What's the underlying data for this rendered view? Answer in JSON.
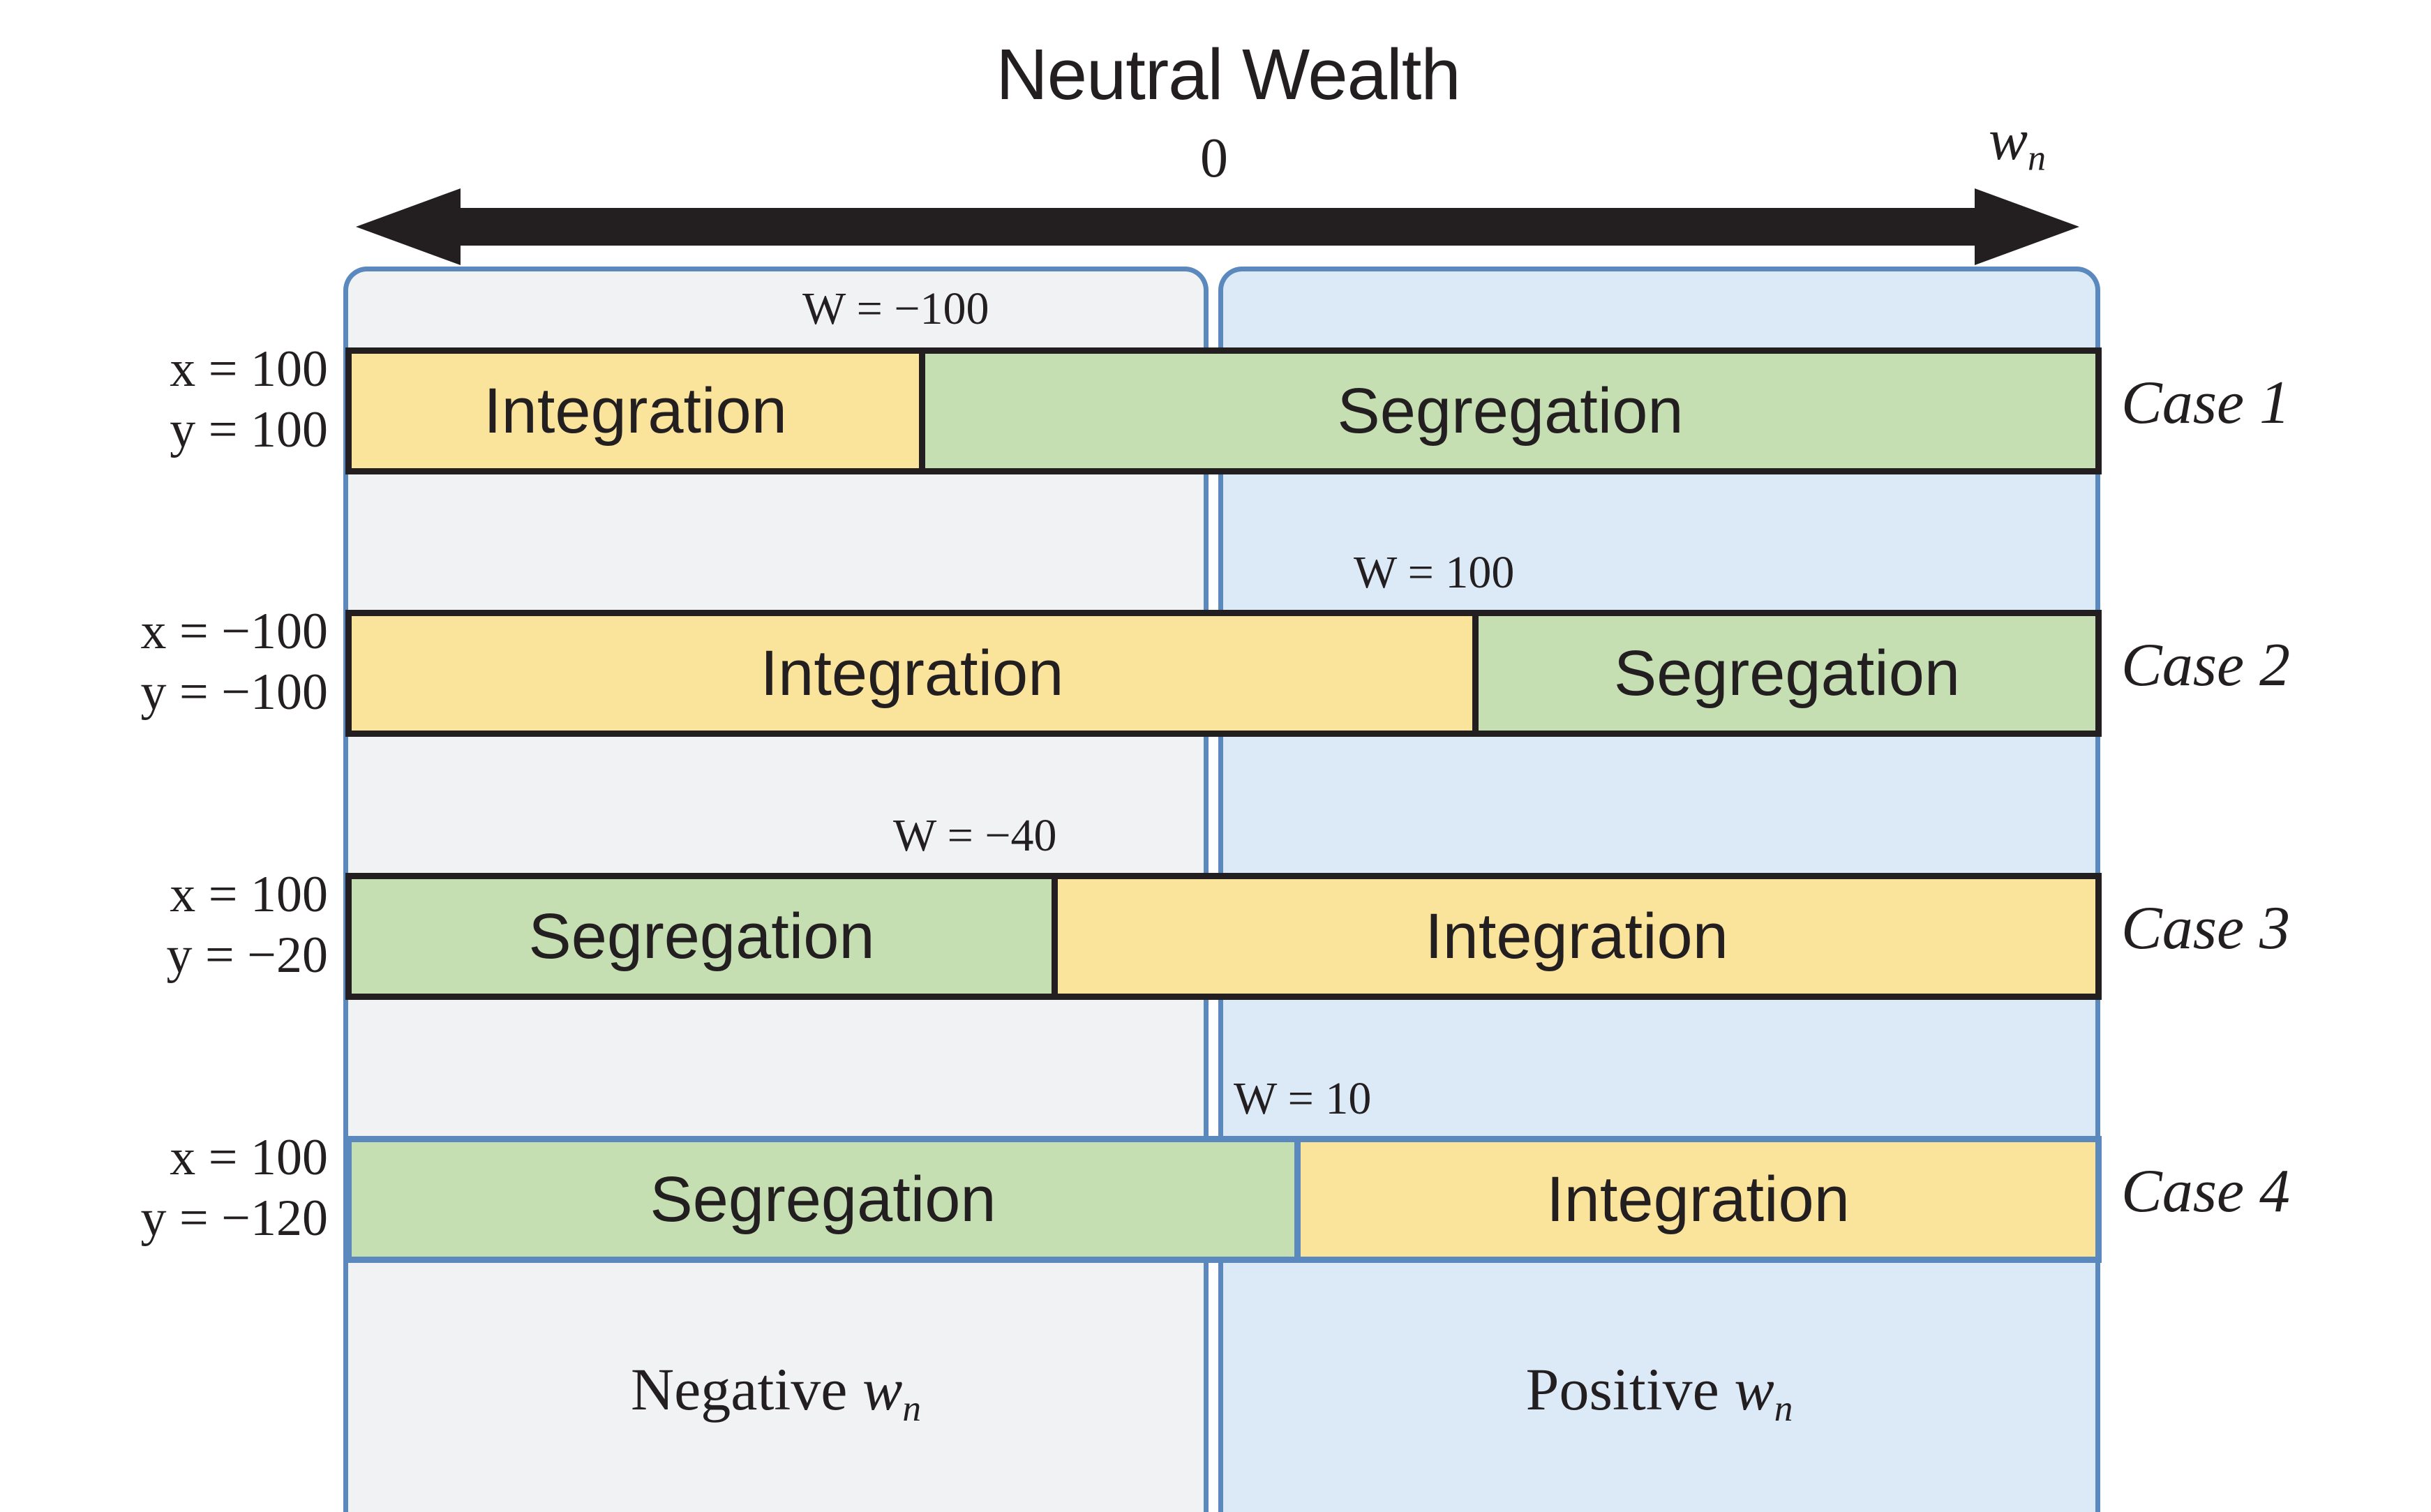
{
  "header": {
    "title": "Neutral Wealth",
    "zero_tick": "0",
    "axis_label": "w",
    "axis_label_sub": "n",
    "arrow_icon": "double-headed-arrow-icon"
  },
  "panels": {
    "negative": {
      "label_prefix": "Negative ",
      "label_var": "w",
      "label_sub": "n",
      "background": "#f0f2f3",
      "border": "#5b88bd"
    },
    "positive": {
      "label_prefix": "Positive ",
      "label_var": "w",
      "label_sub": "n",
      "background": "#dce9f6",
      "border": "#5b88bd"
    }
  },
  "colors": {
    "integration": "#fae39a",
    "segregation": "#c6dfb2",
    "panel_negative": "#f0f2f3",
    "panel_positive": "#dce9f6",
    "panel_border": "#5b88bd",
    "bar_border": "#231f20",
    "text": "#231f20"
  },
  "cases": [
    {
      "name": "Case 1",
      "x_label": "x = 100",
      "y_label": "y = 100",
      "w_label": "W = −100",
      "w_value": -100,
      "bar_border": "#231f20",
      "segments": [
        {
          "label": "Integration",
          "kind": "integration"
        },
        {
          "label": "Segregation",
          "kind": "segregation"
        }
      ]
    },
    {
      "name": "Case 2",
      "x_label": "x = −100",
      "y_label": "y = −100",
      "w_label": "W = 100",
      "w_value": 100,
      "bar_border": "#231f20",
      "segments": [
        {
          "label": "Integration",
          "kind": "integration"
        },
        {
          "label": "Segregation",
          "kind": "segregation"
        }
      ]
    },
    {
      "name": "Case 3",
      "x_label": "x = 100",
      "y_label": "y = −20",
      "w_label": "W = −40",
      "w_value": -40,
      "bar_border": "#231f20",
      "segments": [
        {
          "label": "Segregation",
          "kind": "segregation"
        },
        {
          "label": "Integration",
          "kind": "integration"
        }
      ]
    },
    {
      "name": "Case 4",
      "x_label": "x = 100",
      "y_label": "y = −120",
      "w_label": "W = 10",
      "w_value": 10,
      "bar_border": "#5b88bd",
      "segments": [
        {
          "label": "Segregation",
          "kind": "segregation"
        },
        {
          "label": "Integration",
          "kind": "integration"
        }
      ]
    }
  ],
  "chart_data": {
    "type": "bar",
    "title": "Neutral Wealth",
    "xlabel": "w_n",
    "ylabel": "",
    "axis_zero_tick": 0,
    "axis_direction": "double-headed (negative left, positive right)",
    "grid": false,
    "legend": "none",
    "regions": [
      "Negative w_n",
      "Positive w_n"
    ],
    "categories": [
      "Case 1",
      "Case 2",
      "Case 3",
      "Case 4"
    ],
    "threshold_values": [
      -100,
      100,
      -40,
      10
    ],
    "threshold_label_key": "W",
    "parameters": [
      {
        "case": "Case 1",
        "x": 100,
        "y": 100
      },
      {
        "case": "Case 2",
        "x": -100,
        "y": -100
      },
      {
        "case": "Case 3",
        "x": 100,
        "y": -20
      },
      {
        "case": "Case 4",
        "x": 100,
        "y": -120
      }
    ],
    "series": [
      {
        "name": "Case 1",
        "left_outcome": "Integration",
        "right_outcome": "Segregation",
        "split_at_W": -100
      },
      {
        "name": "Case 2",
        "left_outcome": "Integration",
        "right_outcome": "Segregation",
        "split_at_W": 100
      },
      {
        "name": "Case 3",
        "left_outcome": "Segregation",
        "right_outcome": "Integration",
        "split_at_W": -40
      },
      {
        "name": "Case 4",
        "left_outcome": "Segregation",
        "right_outcome": "Integration",
        "split_at_W": 10
      }
    ]
  }
}
